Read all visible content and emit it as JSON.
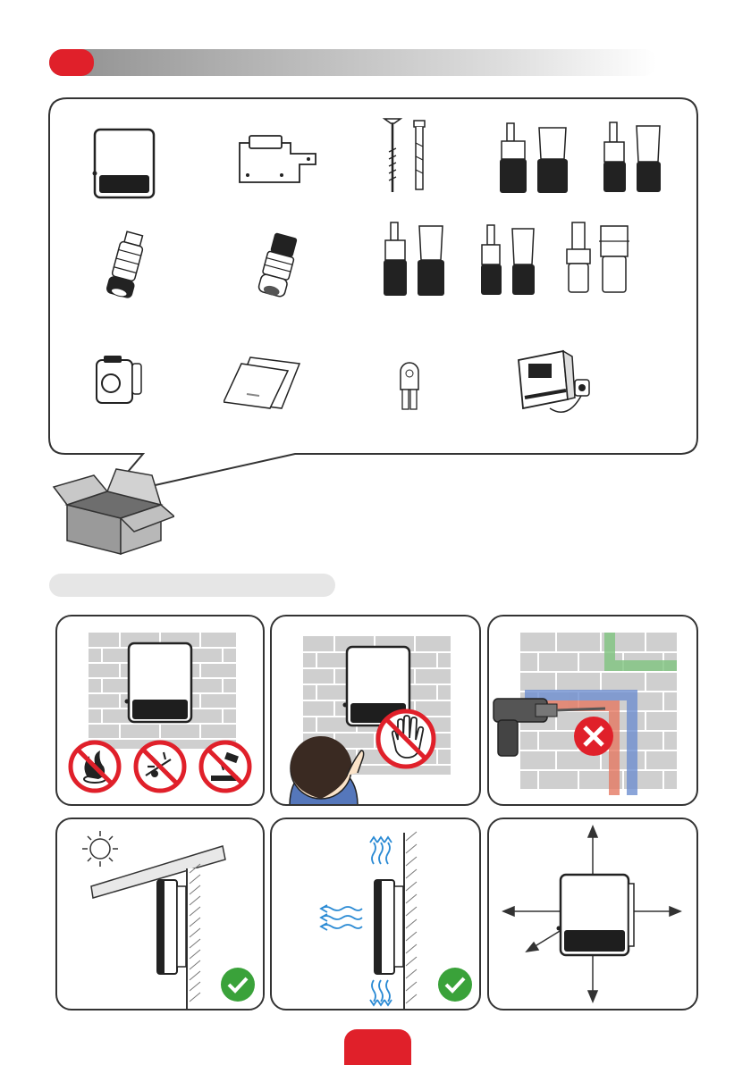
{
  "header": {
    "accent_color": "#e0202a",
    "bar_gradient": [
      "#8f8f8f",
      "#ffffff"
    ]
  },
  "package_contents": {
    "icons": [
      "inverter-icon",
      "wall-bracket-icon",
      "expansion-screw-icon",
      "pv-connector-pair-icon",
      "pv-connector-pair-small-icon",
      "ac-connector-icon",
      "communication-connector-icon",
      "battery-connector-pair-icon",
      "dc-connector-pair-icon",
      "terminal-pair-icon",
      "wifi-dongle-icon",
      "manual-documents-icon",
      "ot-terminal-icon",
      "smart-meter-icon"
    ],
    "box": "package-box-icon"
  },
  "installation_requirements": {
    "panels": [
      {
        "name": "no-flammable-explosive-corrosive",
        "icons": [
          "no-fire-icon",
          "no-explosion-icon",
          "no-corrosive-icon"
        ]
      },
      {
        "name": "keep-away-from-children",
        "icons": [
          "child-icon",
          "no-touch-icon"
        ]
      },
      {
        "name": "avoid-pipes-when-drilling",
        "icons": [
          "drill-icon",
          "pipes-icon",
          "cross-icon"
        ]
      },
      {
        "name": "install-under-shelter",
        "icons": [
          "sun-icon",
          "roof-icon",
          "check-icon"
        ]
      },
      {
        "name": "ensure-ventilation",
        "icons": [
          "airflow-icon",
          "check-icon"
        ]
      },
      {
        "name": "installation-clearance",
        "icons": [
          "arrow-up-icon",
          "arrow-down-icon",
          "arrow-left-icon",
          "arrow-right-icon"
        ]
      }
    ],
    "colors": {
      "prohibit": "#e0202a",
      "ok": "#3aa23a",
      "air": "#2a8ad4",
      "pipe_green": "#7fc47f",
      "pipe_blue": "#6f8fd0",
      "pipe_red": "#e57a63"
    }
  },
  "footer": {
    "page_tab_color": "#e0202a"
  }
}
